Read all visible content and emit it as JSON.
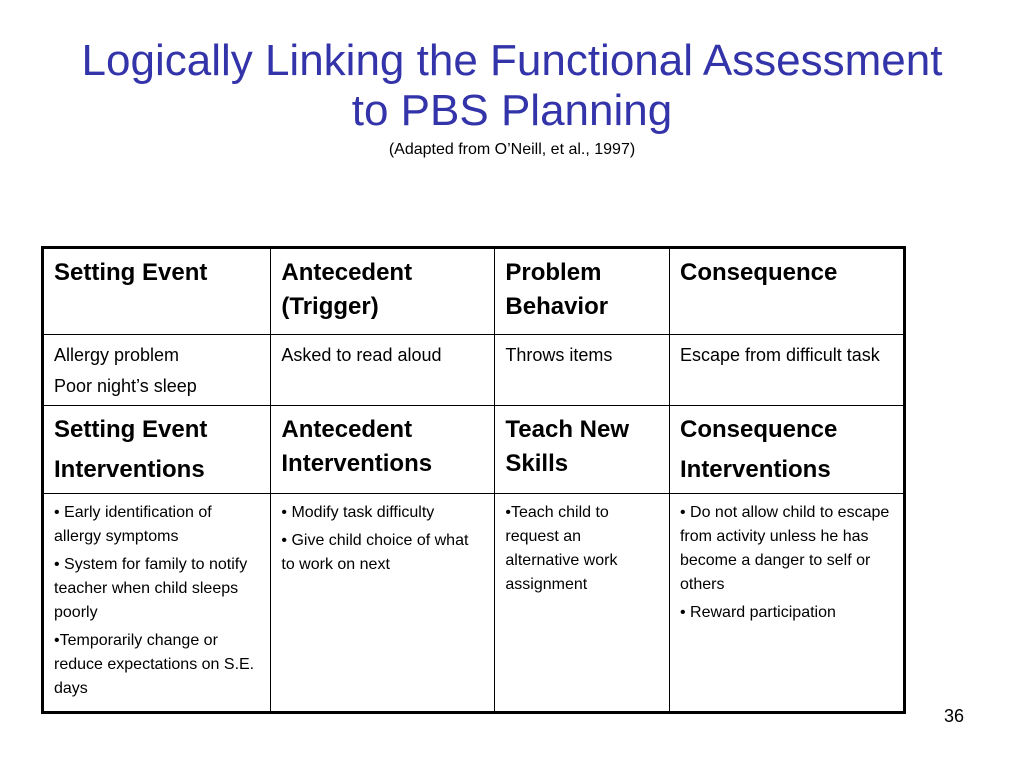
{
  "slide": {
    "title_line1": "Logically Linking the Functional Assessment",
    "title_line2": "to PBS Planning",
    "subtitle": "(Adapted from O’Neill, et al., 1997)",
    "page_number": "36"
  },
  "table": {
    "headers": [
      "Setting Event",
      "Antecedent (Trigger)",
      "Problem Behavior",
      "Consequence"
    ],
    "example": {
      "setting_event_1": "Allergy problem",
      "setting_event_2": "Poor night’s sleep",
      "antecedent": "Asked to read aloud",
      "behavior": "Throws items",
      "consequence": "Escape from difficult task"
    },
    "intervention_headers": {
      "setting_event_1": "Setting Event",
      "setting_event_2": "Interventions",
      "antecedent": "Antecedent Interventions",
      "teach": "Teach New Skills",
      "consequence_1": "Consequence",
      "consequence_2": "Interventions"
    },
    "interventions": {
      "setting_event": [
        "• Early identification of allergy symptoms",
        "• System for family to notify teacher when child sleeps poorly",
        "•Temporarily change or reduce expectations on S.E. days"
      ],
      "antecedent": [
        "• Modify task difficulty",
        "• Give child choice of what to work on next"
      ],
      "teach": [
        "•Teach child to request an alternative work assignment"
      ],
      "consequence": [
        "• Do not allow child to escape from activity unless he has become a danger to self or others",
        "• Reward participation"
      ]
    }
  }
}
